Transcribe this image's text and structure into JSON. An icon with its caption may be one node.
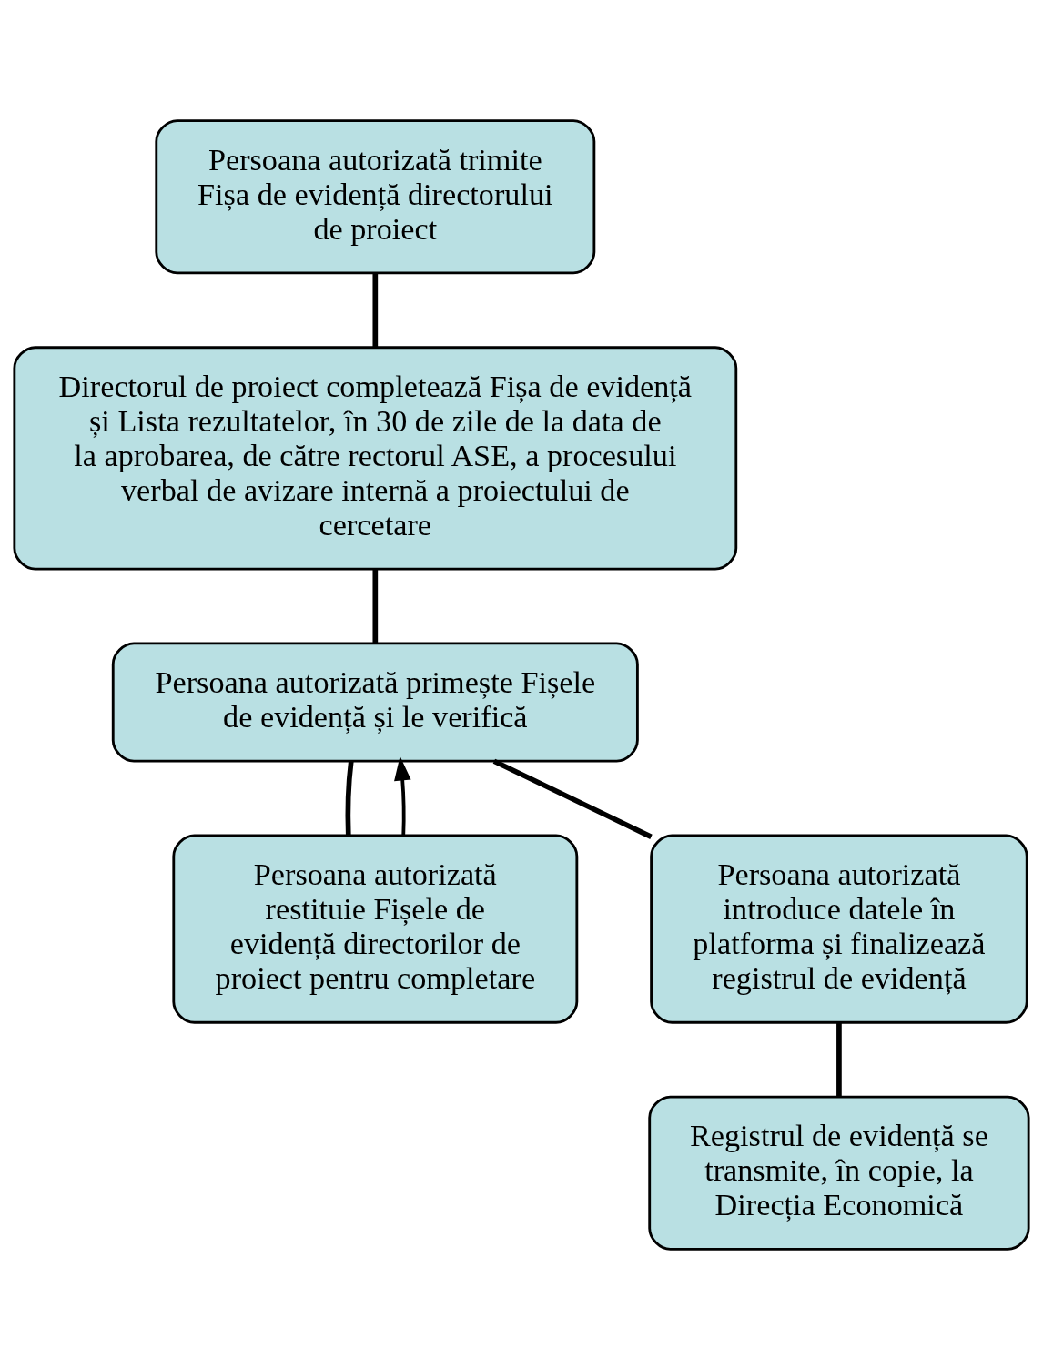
{
  "diagram": {
    "nodes": [
      {
        "text": [
          "Persoana autorizată trimite Fișa de evidență directorului de proiect"
        ]
      },
      {
        "text": [
          "Directorul de proiect completează Fișa de evidență și Lista rezultatelor, în 30 de zile de la data de la aprobarea, de către rectorul ASE, a procesului verbal de avizare internă a proiectului de cercetare"
        ]
      },
      {
        "text": [
          "Persoana autorizată primește Fișele de evidență și le verifică"
        ]
      },
      {
        "text": [
          "Persoana autorizată restituie Fișele de evidență directorilor de proiect pentru completare"
        ]
      },
      {
        "text": [
          "Persoana autorizată introduce datele în platforma și finalizează registrul de evidență"
        ]
      },
      {
        "text": [
          "Registrul de evidență se transmite, în copie, la Direcția Economică"
        ]
      }
    ],
    "edges": [
      {
        "from": 0,
        "to": 1,
        "arrow": "none"
      },
      {
        "from": 1,
        "to": 2,
        "arrow": "none"
      },
      {
        "from": 2,
        "to": 3,
        "arrow": "none"
      },
      {
        "from": 2,
        "to": 4,
        "arrow": "none"
      },
      {
        "from": 3,
        "to": 2,
        "arrow": "to"
      },
      {
        "from": 4,
        "to": 5,
        "arrow": "none"
      }
    ]
  }
}
